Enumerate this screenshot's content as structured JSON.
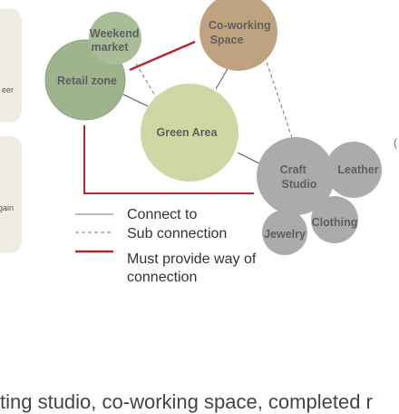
{
  "side_cards": {
    "top_fragment": "eer",
    "bottom_fragment": "gain"
  },
  "edge_fragment": "(",
  "nodes": {
    "weekend_market": {
      "label": [
        "Weekend",
        "market"
      ]
    },
    "retail_zone": {
      "label": [
        "Retail zone"
      ]
    },
    "coworking_space": {
      "label": [
        "Co-working",
        "Space"
      ]
    },
    "green_area": {
      "label": [
        "Green Area"
      ]
    },
    "craft_studio": {
      "label": [
        "Craft",
        "Studio"
      ]
    },
    "leather": {
      "label": [
        "Leather"
      ]
    },
    "clothing": {
      "label": [
        "Clothing"
      ]
    },
    "jewelry": {
      "label": [
        "Jewelry"
      ]
    }
  },
  "connections": {
    "solid": [
      [
        "retail_zone",
        "green_area"
      ],
      [
        "green_area",
        "coworking_space"
      ],
      [
        "green_area",
        "craft_studio"
      ]
    ],
    "dashed": [
      [
        "weekend_market",
        "green_area"
      ],
      [
        "coworking_space",
        "craft_studio"
      ]
    ],
    "required": [
      [
        "retail_zone",
        "coworking_space"
      ],
      [
        "retail_zone",
        "craft_studio"
      ]
    ]
  },
  "legend": {
    "solid_label": "Connect to",
    "dashed_label": "Sub connection",
    "required_label": [
      "Must provide way of",
      "connection"
    ]
  },
  "colors": {
    "sage": "#9db48d",
    "sage_light": "#a9bd99",
    "tan": "#bfa380",
    "lime": "#cfd8a4",
    "gray": "#ababab",
    "red": "#b5282e",
    "line": "#5a5a5a"
  },
  "bottom_text": "ting studio, co-working space, completed r"
}
